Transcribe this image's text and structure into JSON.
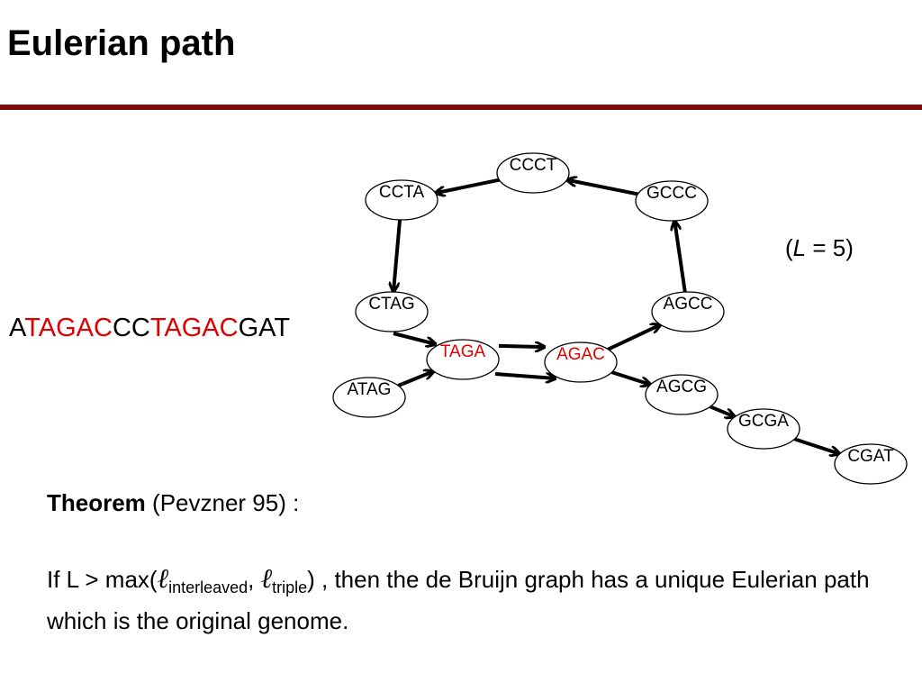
{
  "slide": {
    "title": "Eulerian path"
  },
  "sequence": {
    "parts": [
      {
        "text": "A",
        "highlight": false
      },
      {
        "text": "TAGAC",
        "highlight": true
      },
      {
        "text": "CC",
        "highlight": false
      },
      {
        "text": "TAGAC",
        "highlight": true
      },
      {
        "text": "GAT",
        "highlight": false
      }
    ]
  },
  "param": {
    "open": "(",
    "var": "L",
    "rest": " = 5)"
  },
  "colors": {
    "highlight": "#e00000",
    "title_rule": "#7b0c0c",
    "edge": "#000000"
  },
  "graph": {
    "nodes": [
      {
        "id": "CCCT",
        "label": "CCCT",
        "highlight": false
      },
      {
        "id": "CCTA",
        "label": "CCTA",
        "highlight": false
      },
      {
        "id": "GCCC",
        "label": "GCCC",
        "highlight": false
      },
      {
        "id": "CTAG",
        "label": "CTAG",
        "highlight": false
      },
      {
        "id": "AGCC",
        "label": "AGCC",
        "highlight": false
      },
      {
        "id": "TAGA",
        "label": "TAGA",
        "highlight": true
      },
      {
        "id": "AGAC",
        "label": "AGAC",
        "highlight": true
      },
      {
        "id": "ATAG",
        "label": "ATAG",
        "highlight": false
      },
      {
        "id": "AGCG",
        "label": "AGCG",
        "highlight": false
      },
      {
        "id": "GCGA",
        "label": "GCGA",
        "highlight": false
      },
      {
        "id": "CGAT",
        "label": "CGAT",
        "highlight": false
      }
    ],
    "edges": [
      {
        "from": "ATAG",
        "to": "TAGA"
      },
      {
        "from": "TAGA",
        "to": "AGAC"
      },
      {
        "from": "AGAC",
        "to": "AGCC"
      },
      {
        "from": "AGCC",
        "to": "GCCC"
      },
      {
        "from": "GCCC",
        "to": "CCCT"
      },
      {
        "from": "CCCT",
        "to": "CCTA"
      },
      {
        "from": "CCTA",
        "to": "CTAG"
      },
      {
        "from": "CTAG",
        "to": "TAGA"
      },
      {
        "from": "TAGA",
        "to": "AGAC"
      },
      {
        "from": "AGAC",
        "to": "AGCG"
      },
      {
        "from": "AGCG",
        "to": "GCGA"
      },
      {
        "from": "GCGA",
        "to": "CGAT"
      }
    ]
  },
  "theorem": {
    "label": "Theorem",
    "citation": " (Pevzner 95) :"
  },
  "statement": {
    "prefix": "If  L > max(",
    "ell_symbol": "ℓ",
    "sub1": "interleaved",
    "comma": ", ",
    "sub2": "triple",
    "suffix": ") , then the de Bruijn graph has a unique  Eulerian path which is the original genome."
  }
}
